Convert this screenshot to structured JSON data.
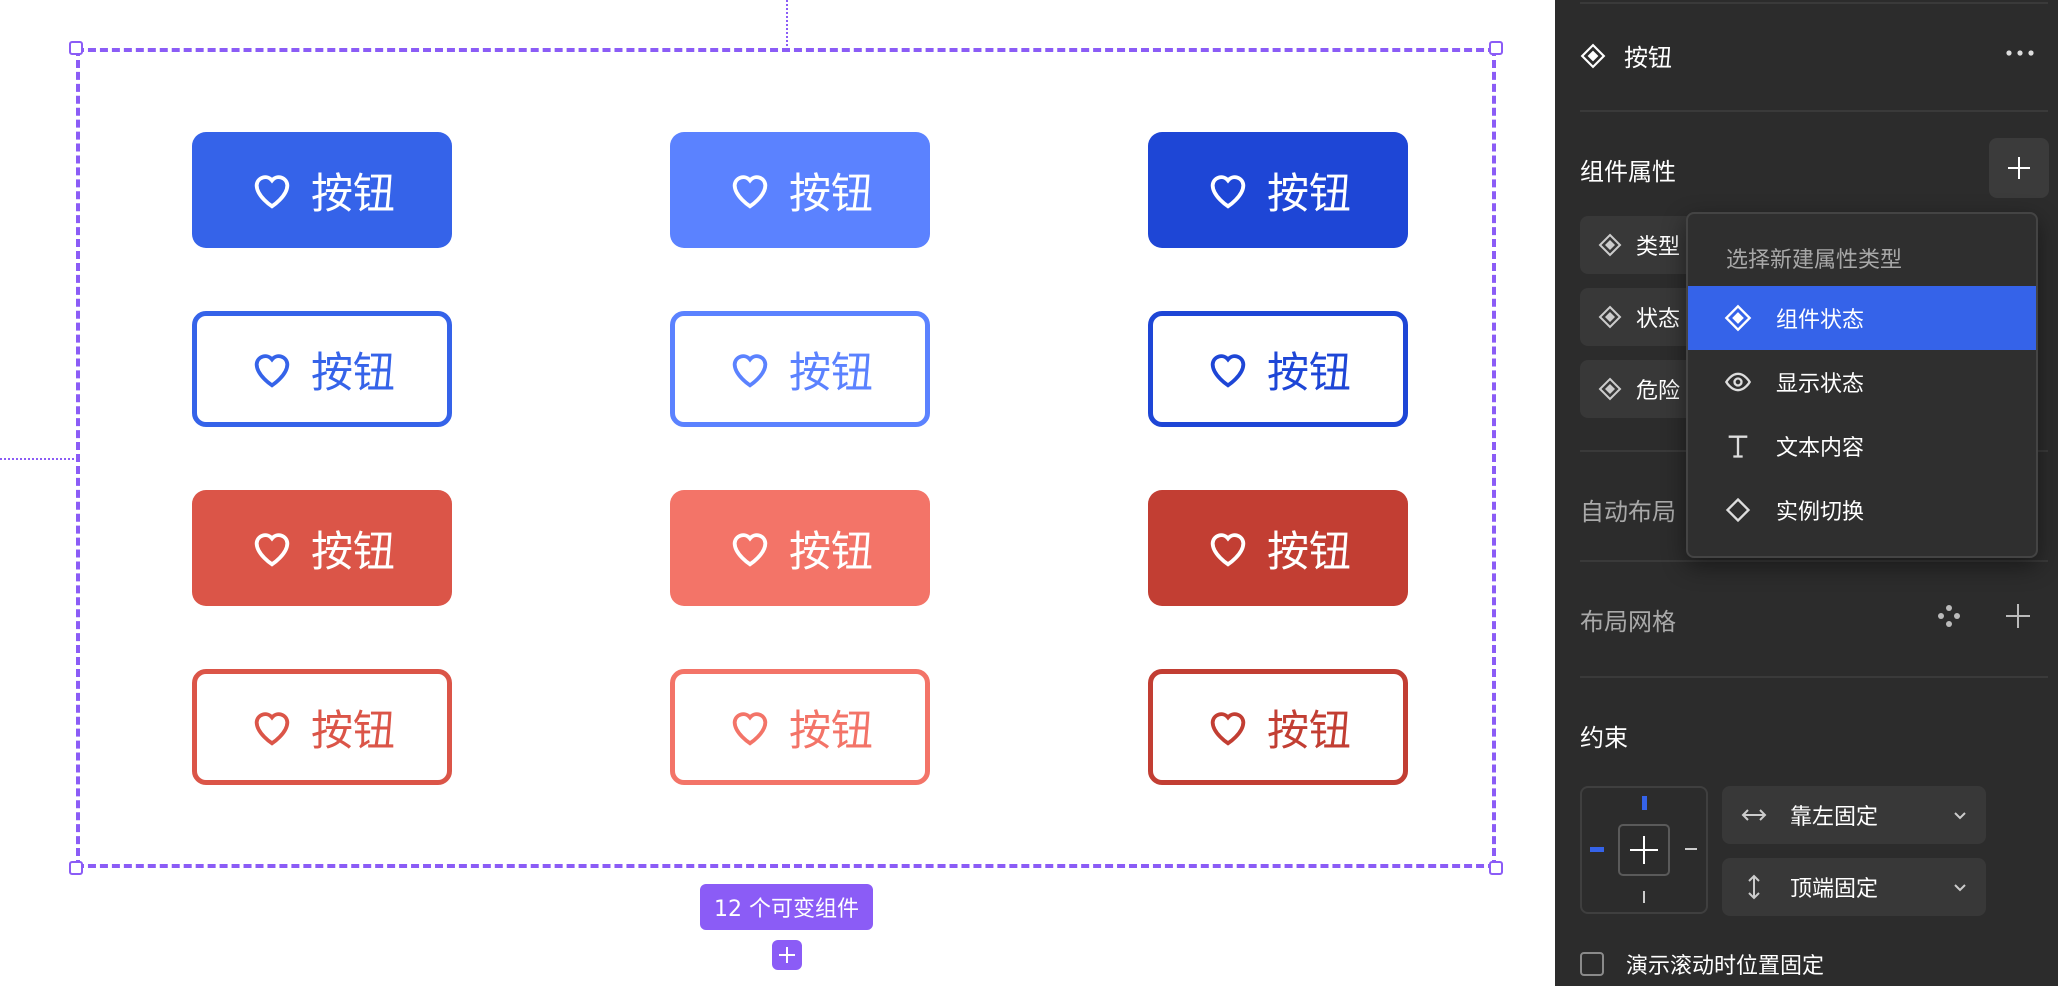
{
  "canvas": {
    "button_label": "按钮",
    "variant_label": "12 个可变组件",
    "colors": {
      "blue_default": "#3563E9",
      "blue_hover": "#5B82FF",
      "blue_pressed": "#1E46D6",
      "red_default": "#DB5548",
      "red_hover": "#F37468",
      "red_pressed": "#C23E33",
      "selection": "#8B5CF6"
    }
  },
  "panel": {
    "title": "按钮",
    "component_props_title": "组件属性",
    "props": [
      {
        "label": "类型"
      },
      {
        "label": "状态"
      },
      {
        "label": "危险"
      }
    ],
    "auto_layout": "自动布局",
    "layout_grid": "布局网格",
    "constraints_title": "约束",
    "horizontal_constraint": "靠左固定",
    "vertical_constraint": "顶端固定",
    "fixed_scroll": "演示滚动时位置固定"
  },
  "dropdown": {
    "header": "选择新建属性类型",
    "items": [
      {
        "label": "组件状态",
        "icon": "component-state-icon"
      },
      {
        "label": "显示状态",
        "icon": "eye-icon"
      },
      {
        "label": "文本内容",
        "icon": "text-icon"
      },
      {
        "label": "实例切换",
        "icon": "instance-swap-icon"
      }
    ]
  }
}
